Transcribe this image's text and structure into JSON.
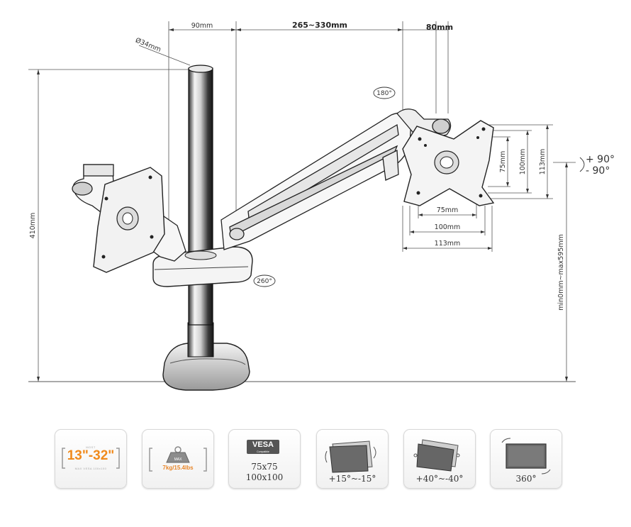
{
  "dimensions": {
    "pole_offset": "90mm",
    "arm_reach": "265~330mm",
    "head_offset": "80mm",
    "pole_diameter": "Ø34mm",
    "pole_height": "410mm",
    "height_range": "min0mm~max595mm",
    "vesa_h_75": "75mm",
    "vesa_h_100": "100mm",
    "vesa_h_113": "113mm",
    "vesa_v_75": "75mm",
    "vesa_v_100": "100mm",
    "vesa_v_113": "113mm"
  },
  "rotations": {
    "arm_top": "180°",
    "base": "260°",
    "tilt_up": "+ 90°",
    "tilt_down": "- 90°"
  },
  "features": [
    {
      "id": "screen-size",
      "main": "13\"-32\"",
      "top_small": "MOST",
      "bottom_small": "MAX VESA 100x100"
    },
    {
      "id": "weight",
      "main": "7kg/15.4lbs",
      "weight_mark": "MAX"
    },
    {
      "id": "vesa",
      "badge": "VESA",
      "badge_sub": "Compatible",
      "line1": "75x75",
      "line2": "100x100"
    },
    {
      "id": "tilt",
      "label": "+15°~-15°"
    },
    {
      "id": "swivel",
      "label": "+40°~-40°"
    },
    {
      "id": "rotate",
      "label": "360°"
    }
  ],
  "colors": {
    "line": "#333333",
    "accent": "#f08a1c"
  }
}
